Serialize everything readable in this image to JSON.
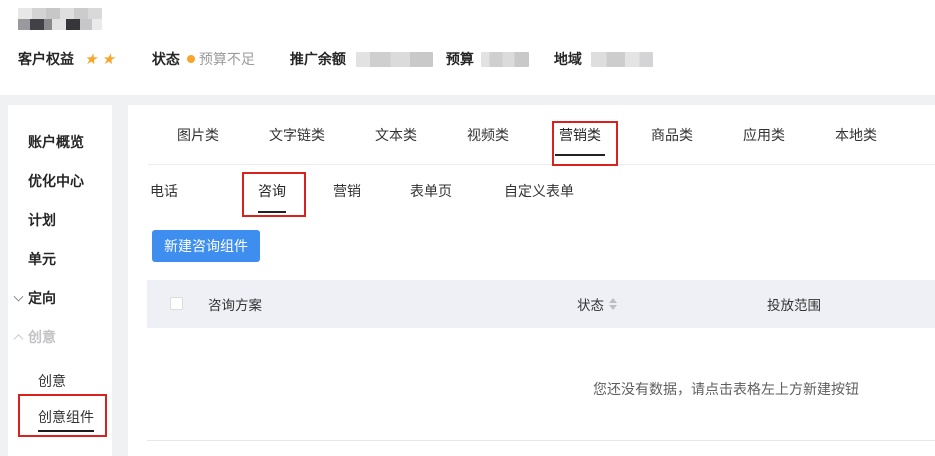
{
  "colors": {
    "accent_blue": "#3e8ef0",
    "annotation_red": "#d9211e",
    "status_orange": "#f7a52b",
    "star_gray": "#dcdee0",
    "table_header_bg": "#eef0f5"
  },
  "header": {
    "customer_rights_label": "客户权益",
    "stars": {
      "filled": 2,
      "total": 3
    },
    "status_label": "状态",
    "status_value": "预算不足",
    "balance_label": "推广余额",
    "budget_label": "预算",
    "region_label": "地域"
  },
  "sidebar": {
    "items": [
      {
        "label": "账户概览"
      },
      {
        "label": "优化中心"
      },
      {
        "label": "计划"
      },
      {
        "label": "单元"
      },
      {
        "label": "定向",
        "chevron": "down"
      },
      {
        "label": "创意",
        "chevron": "up",
        "expanded": true
      },
      {
        "label": "创意",
        "child": true
      },
      {
        "label": "创意组件",
        "child": true,
        "active": true
      }
    ]
  },
  "main": {
    "tabs_primary": {
      "items": [
        {
          "label": "图片类"
        },
        {
          "label": "文字链类"
        },
        {
          "label": "文本类"
        },
        {
          "label": "视频类"
        },
        {
          "label": "营销类",
          "active": true
        },
        {
          "label": "商品类"
        },
        {
          "label": "应用类"
        },
        {
          "label": "本地类"
        }
      ]
    },
    "tabs_secondary": {
      "items": [
        {
          "label": "电话"
        },
        {
          "label": "咨询",
          "active": true
        },
        {
          "label": "营销"
        },
        {
          "label": "表单页"
        },
        {
          "label": "自定义表单"
        }
      ]
    },
    "new_button_label": "新建咨询组件",
    "table": {
      "columns": [
        {
          "label": "咨询方案"
        },
        {
          "label": "状态",
          "sortable": true
        },
        {
          "label": "投放范围"
        }
      ],
      "empty_text": "您还没有数据，请点击表格左上方新建按钮"
    }
  },
  "annotations": {
    "highlighted": [
      "营销类",
      "咨询",
      "创意组件"
    ]
  }
}
